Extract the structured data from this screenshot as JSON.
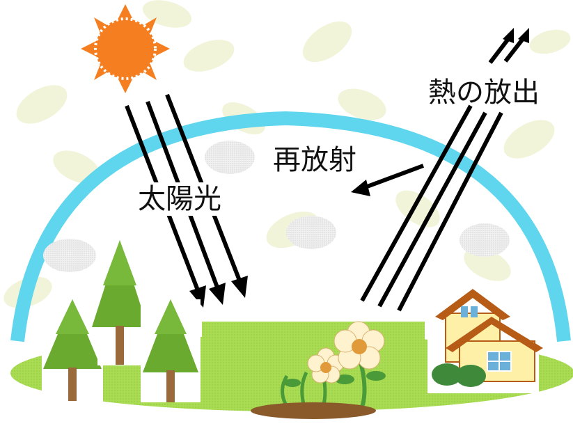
{
  "labels": {
    "sunlight": "太陽光",
    "reradiation": "再放射",
    "heat_release": "熱の放出"
  },
  "colors": {
    "sun": "#f57f20",
    "atmosphere": "#5fd6ee",
    "ground": "#a9dc52",
    "tree": "#6aaa2e",
    "house_roof": "#b65c17",
    "house_wall": "#fff0a8",
    "cloud": "#e6e6e6",
    "arrow": "#000000",
    "background_leaf": "#f1f4d8"
  },
  "icons": {
    "sun": "sun-icon",
    "trees": "pine-tree-icon",
    "flowers": "flower-icon",
    "house": "house-icon",
    "clouds": "cloud-icon"
  }
}
